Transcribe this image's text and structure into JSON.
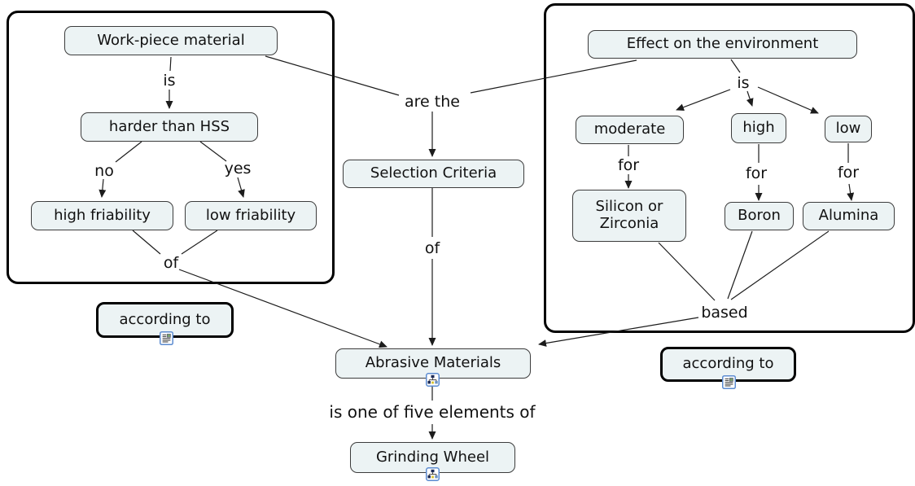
{
  "diagram": {
    "kind": "concept-map",
    "topic": "Selection Criteria of Abrasive Materials for a Grinding Wheel",
    "colors": {
      "node_fill": "#ecf3f4",
      "node_border": "#3c3c3c",
      "group_border": "#000000",
      "line": "#1c1c1c",
      "icon_border": "#5b8bd0"
    },
    "nodes": {
      "workpiece": "Work-piece material",
      "harder_than_hss": "harder than HSS",
      "high_friability": "high friability",
      "low_friability": "low friability",
      "selection_criteria": "Selection Criteria",
      "abrasive_materials": "Abrasive Materials",
      "grinding_wheel": "Grinding Wheel",
      "effect_environment": "Effect on the environment",
      "moderate": "moderate",
      "high": "high",
      "low": "low",
      "silicon_zirconia": "Silicon or Zirconia",
      "boron": "Boron",
      "alumina": "Alumina",
      "according_to_left": "according to",
      "according_to_right": "according to"
    },
    "link_labels": {
      "is_left": "is",
      "no": "no",
      "yes": "yes",
      "of_left": "of",
      "are_the": "are the",
      "of_center": "of",
      "is_right": "is",
      "for_moderate": "for",
      "for_high": "for",
      "for_low": "for",
      "based": "based",
      "one_of_five": "is one of five elements of"
    },
    "icons": {
      "submap_abrasive": "concept-map-icon",
      "submap_grinding": "concept-map-icon",
      "resource_left": "document-icon",
      "resource_right": "document-icon"
    }
  }
}
